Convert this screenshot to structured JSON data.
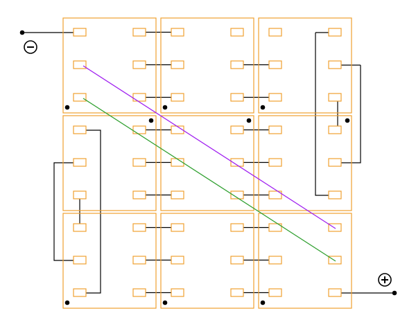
{
  "diagram": {
    "terminals": [
      {
        "name": "negative-terminal",
        "symbol": "minus"
      },
      {
        "name": "positive-terminal",
        "symbol": "plus"
      }
    ],
    "colors": {
      "panel_outline": "#f0a030",
      "wire": "#000000",
      "diagonal_link_purple": "#a020f0",
      "diagonal_link_green": "#30a030",
      "background": "#ffffff"
    },
    "grid": {
      "rows": 3,
      "columns": 3,
      "contacts_per_module": 6
    }
  }
}
